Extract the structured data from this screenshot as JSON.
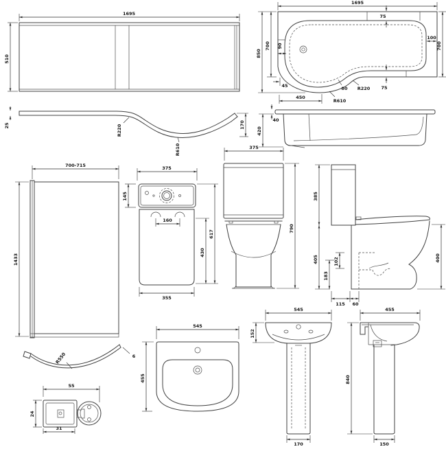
{
  "colors": {
    "line": "#3f3f3f",
    "dim": "#2e2e2e",
    "text": "#141414",
    "background": "#ffffff"
  },
  "views": {
    "bath_panel_front": {
      "width": "1695",
      "height": "510"
    },
    "panel_profile": {
      "thickness": "25",
      "radius_small": "R220",
      "radius_large": "R610",
      "end_height": "170"
    },
    "bath_plan": {
      "width": "1695",
      "depth_overall": "850",
      "depth_inner": "700",
      "rim_left": "90",
      "rim_top": "75",
      "rim_right": "100",
      "depth_right": "700",
      "rim_bottom": "75",
      "corner_offset": "45",
      "foot_width": "450",
      "neck": "80",
      "radius_small": "R220",
      "radius_large": "R610"
    },
    "bath_side": {
      "rim_height": "40",
      "height": "420"
    },
    "screen_front": {
      "width": "700-715",
      "height": "1433"
    },
    "screen_plan": {
      "radius": "R550",
      "glass_thickness": "6"
    },
    "profile_section": {
      "width": "55",
      "height": "24",
      "inner_width": "31"
    },
    "cistern_rear": {
      "width": "375",
      "lid_height": "145",
      "bolt_spacing": "160",
      "body_height": "430",
      "total_height": "617",
      "base_width": "355"
    },
    "toilet_front": {
      "width": "375",
      "height": "790"
    },
    "toilet_side": {
      "cistern_height": "385",
      "bowl_height": "405",
      "outlet_height": "183",
      "outlet_size": "102",
      "base_front": "115",
      "base_back": "60",
      "rim_height": "400"
    },
    "basin_plan": {
      "width": "545",
      "depth": "455"
    },
    "basin_front": {
      "width": "545",
      "bowl_height": "152",
      "pedestal_width": "170"
    },
    "basin_side": {
      "depth": "455",
      "height": "840",
      "pedestal_depth": "150"
    }
  }
}
